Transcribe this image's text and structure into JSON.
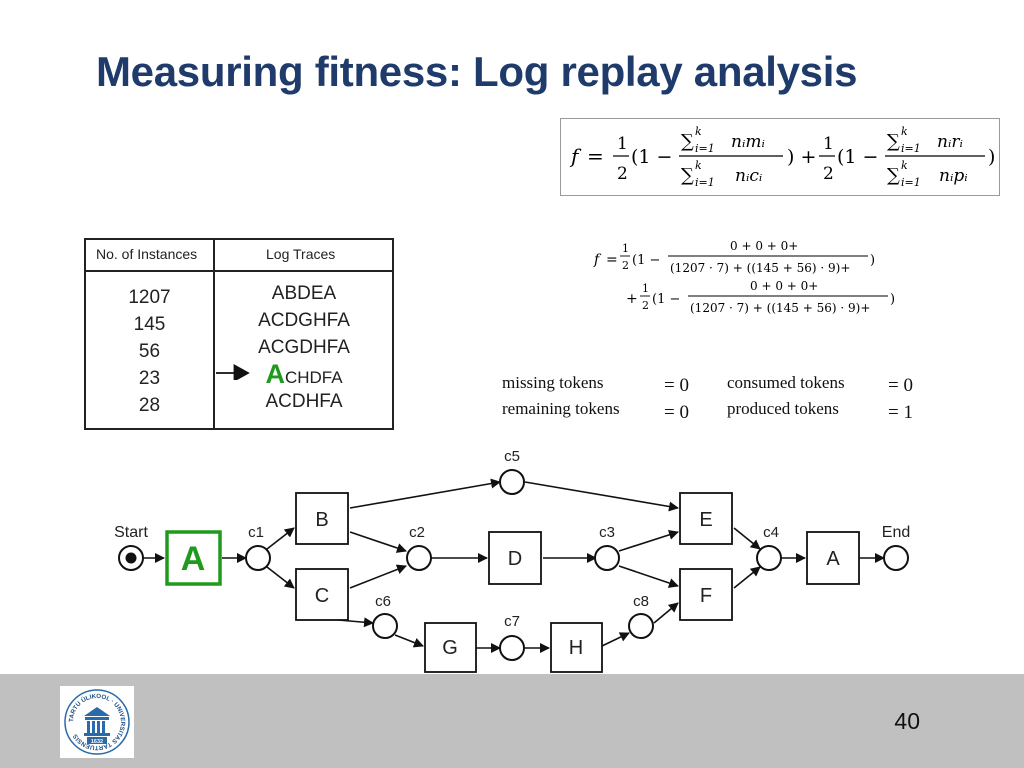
{
  "slide": {
    "title": "Measuring fitness: Log replay analysis",
    "page_number": "40"
  },
  "formula": {
    "f": "f",
    "eq": "=",
    "half_num": "1",
    "half_den": "2",
    "open": "(1 −",
    "sum1_num": "∑",
    "sum_sup": "k",
    "sum_sub": "i=1",
    "term_nm": "nᵢmᵢ",
    "term_nc": "nᵢcᵢ",
    "term_nr": "nᵢrᵢ",
    "term_np": "nᵢpᵢ",
    "close_plus": ") +",
    "close": ")"
  },
  "calc": {
    "f": "f",
    "eq": "=",
    "half_num": "1",
    "half_den": "2",
    "open": "(1 −",
    "line1_num": "0 + 0 + 0+",
    "line1_den": "(1207 · 7) + ((145 + 56) · 9)+",
    "plus": "+",
    "line2_num": "0 + 0 + 0+",
    "line2_den": "(1207 · 7) + ((145 + 56) · 9)+",
    "close": ")"
  },
  "table": {
    "col1_header": "No. of Instances",
    "col2_header": "Log Traces",
    "counts": [
      "1207",
      "145",
      "56",
      "23",
      "28"
    ],
    "traces": [
      "ABDEA",
      "ACDGHFA",
      "ACGDHFA",
      "",
      "ACDHFA"
    ],
    "highlight_first": "A",
    "highlight_rest": "CHDFA"
  },
  "tokens": {
    "missing_label": "missing tokens",
    "missing_value": "= 0",
    "remaining_label": "remaining tokens",
    "remaining_value": "= 0",
    "consumed_label": "consumed tokens",
    "consumed_value": "= 0",
    "produced_label": "produced tokens",
    "produced_value": "= 1"
  },
  "petri_net": {
    "start_label": "Start",
    "end_label": "End",
    "places": [
      "c1",
      "c2",
      "c3",
      "c4",
      "c5",
      "c6",
      "c7",
      "c8"
    ],
    "transitions": [
      "A",
      "B",
      "C",
      "D",
      "E",
      "F",
      "G",
      "H",
      "A"
    ],
    "highlight_color": "#1f9a1f"
  },
  "logo": {
    "text": "TARTU ÜLIKOOL · UNIVERSITAS TARTUENSIS",
    "year": "1632"
  }
}
